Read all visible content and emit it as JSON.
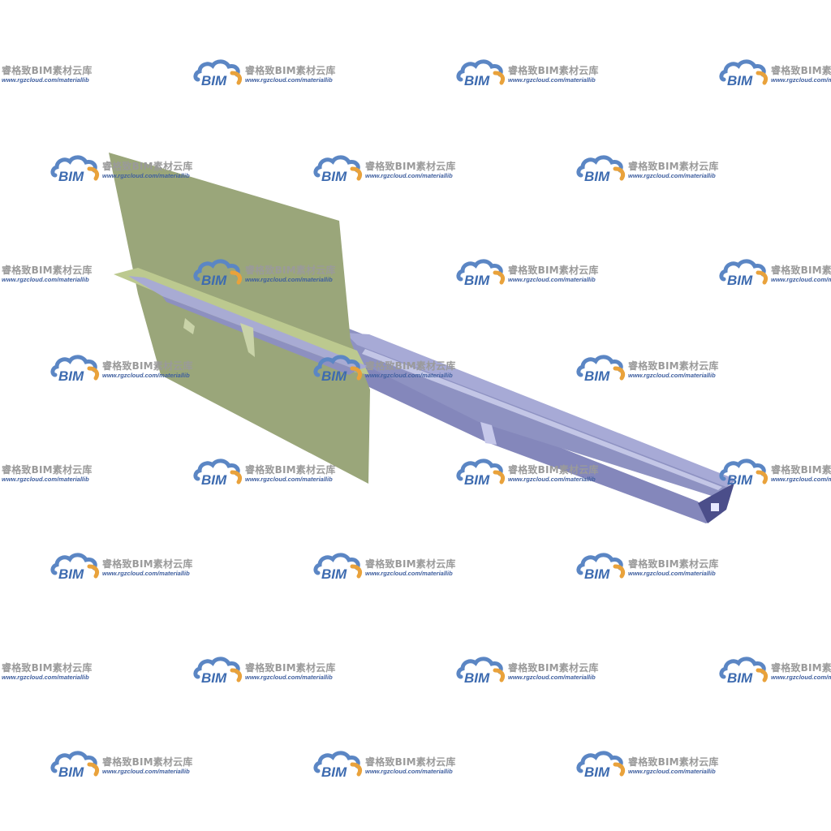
{
  "watermark": {
    "brand_text": "BIM",
    "title": "睿格致BIM素材云库",
    "url": "www.rgzcloud.com/materiallib",
    "colors": {
      "cloud_blue": "#5b86c4",
      "cloud_orange": "#e9a23b",
      "brand_text": "#3d6bb0",
      "title_text": "#9a9a9a",
      "url_text": "#3f5f9f"
    }
  },
  "model": {
    "colors": {
      "plate": "#9aa67a",
      "plate_edge": "#bcc98f",
      "girder_top": "#9b9fcc",
      "girder_side": "#8487bb",
      "girder_dark": "#4b4e8a",
      "girder_light": "#c3c6e6"
    }
  }
}
